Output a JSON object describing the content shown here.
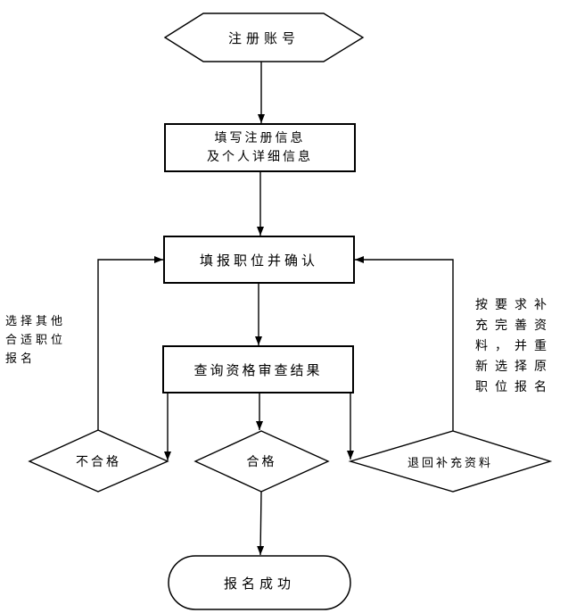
{
  "style": {
    "background": "#ffffff",
    "stroke_color": "#000000",
    "text_color": "#000000"
  },
  "flowchart": {
    "nodes": {
      "start": {
        "label": "注册账号"
      },
      "register_info": {
        "lines": [
          "填写注册信息",
          "及个人详细信息"
        ]
      },
      "select_position": {
        "label": "填报职位并确认"
      },
      "check_result": {
        "label": "查询资格审查结果"
      },
      "unqualified": {
        "label": "不合格"
      },
      "qualified": {
        "label": "合格"
      },
      "return_supplement": {
        "label": "退回补充资料"
      },
      "success": {
        "label": "报名成功"
      }
    },
    "notes": {
      "left": {
        "lines": [
          "选择其他",
          "合适职位",
          "报名"
        ]
      },
      "right": {
        "lines": [
          "按要求补",
          "充完善资",
          "料，并重",
          "新选择原",
          "职位报名"
        ]
      }
    }
  }
}
